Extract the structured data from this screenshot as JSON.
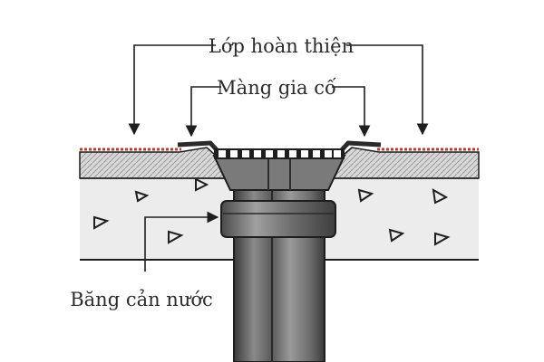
{
  "labels": {
    "finish_layer": "Lớp hoàn thiện",
    "reinforcement_membrane": "Màng gia cố",
    "waterstop_tape": "Băng cản nước"
  },
  "colors": {
    "finish_surface": "#c0392b",
    "concrete": "#ececec",
    "screed": "#e2e2e2",
    "pipe": "#6e6e6e",
    "outline": "#1e1e1e"
  }
}
